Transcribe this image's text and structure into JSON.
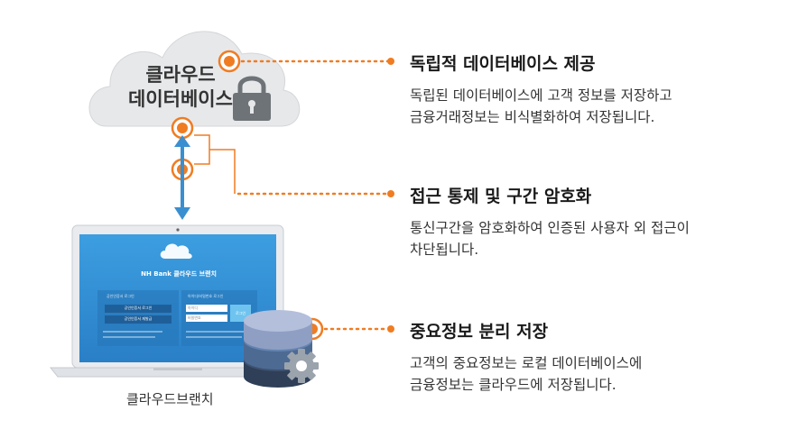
{
  "cloud": {
    "label_line1": "클라우드",
    "label_line2": "데이터베이스"
  },
  "laptop_screen": {
    "brand": "NH Bank 클라우드 브랜치",
    "left_panel_title": "공인인증서 로그인",
    "left_btn1": "공인인증서 로그인",
    "left_btn2": "공인인증서 재발급",
    "right_panel_title": "아이디/비밀번호 로그인",
    "id_placeholder": "아이디",
    "pw_placeholder": "비밀번호",
    "login_btn": "로그인"
  },
  "branch_caption": "클라우드브랜치",
  "features": [
    {
      "title": "독립적 데이터베이스 제공",
      "lines": [
        "독립된 데이터베이스에 고객 정보를 저장하고",
        "금융거래정보는 비식별화하여 저장됩니다."
      ]
    },
    {
      "title": "접근 통제 및 구간 암호화",
      "lines": [
        "통신구간을 암호화하여 인증된 사용자 외 접근이",
        "차단됩니다."
      ]
    },
    {
      "title": "중요정보 분리 저장",
      "lines": [
        "고객의 중요정보는 로컬 데이터베이스에",
        "금융정보는 클라우드에 저장됩니다."
      ]
    }
  ],
  "colors": {
    "accent": "#f07c22",
    "arrow": "#3a8fd0",
    "screen": "#2d8fd5",
    "cloud": "#e6e7e9"
  }
}
